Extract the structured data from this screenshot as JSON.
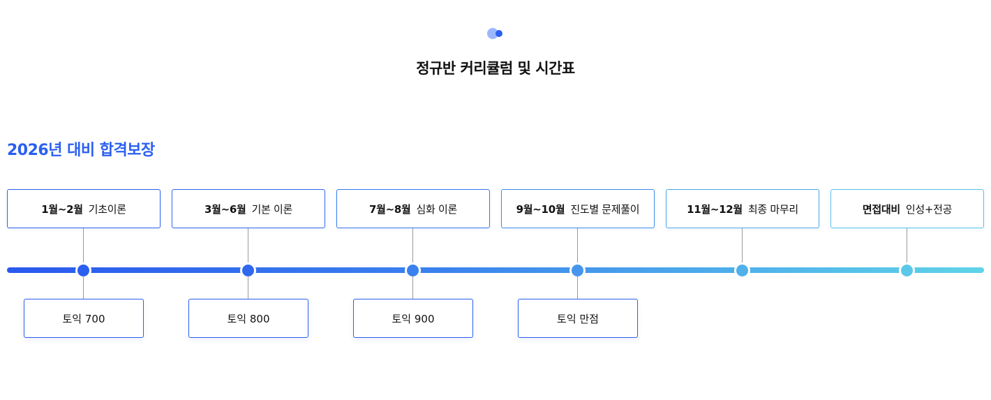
{
  "header": {
    "title": "정규반 커리큘럼 및 시간표",
    "subtitle": "2026년 대비 합격보장"
  },
  "timeline": {
    "gradient_colors": [
      "#2a58ee",
      "#3b82ee",
      "#4fb0ea",
      "#5fd4e8"
    ],
    "stages": [
      {
        "month": "1월~2월",
        "topic": "기초이론",
        "goal": "토익 700",
        "node_color": "#2b5ff0",
        "border_color": "#2b5ff0"
      },
      {
        "month": "3월~6월",
        "topic": "기본 이론",
        "goal": "토익 800",
        "node_color": "#2f68ef",
        "border_color": "#2f66ee"
      },
      {
        "month": "7월~8월",
        "topic": "심화 이론",
        "goal": "토익 900",
        "node_color": "#3a80ee",
        "border_color": "#3576ee"
      },
      {
        "month": "9월~10월",
        "topic": "진도별 문제풀이",
        "goal": "토익 만점",
        "node_color": "#4596ec",
        "border_color": "#3f8cec"
      },
      {
        "month": "11월~12월",
        "topic": "최종 마무리",
        "goal": "",
        "node_color": "#50b0ea",
        "border_color": "#4aa6ea"
      },
      {
        "month": "면접대비",
        "topic": "인성+전공",
        "goal": "",
        "node_color": "#5cc8e9",
        "border_color": "#58c2e9"
      }
    ]
  }
}
